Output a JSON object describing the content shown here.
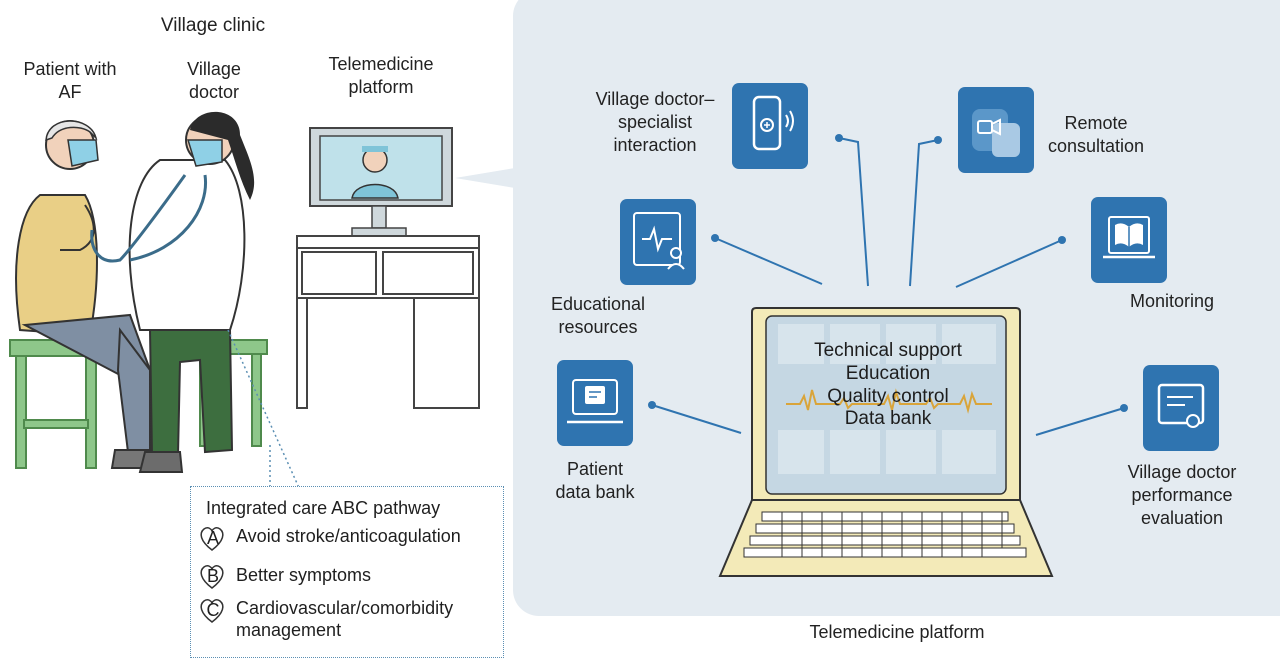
{
  "left": {
    "title": "Village clinic",
    "patient_label": "Patient with\nAF",
    "doctor_label": "Village\ndoctor",
    "platform_label": "Telemedicine\nplatform"
  },
  "abc": {
    "title": "Integrated care ABC pathway",
    "items": [
      {
        "letter": "A",
        "text": "Avoid stroke/anticoagulation"
      },
      {
        "letter": "B",
        "text": "Better symptoms"
      },
      {
        "letter": "C",
        "text": "Cardiovascular/comorbidity\nmanagement"
      }
    ]
  },
  "right": {
    "caption": "Telemedicine platform",
    "screen_lines": [
      "Technical support",
      "Education",
      "Quality control",
      "Data bank"
    ],
    "nodes": {
      "interaction": "Village doctor–\nspecialist\ninteraction",
      "remote": "Remote\nconsultation",
      "education": "Educational\nresources",
      "monitoring": "Monitoring",
      "databank": "Patient\ndata bank",
      "evaluation": "Village doctor\nperformance\nevaluation"
    }
  },
  "colors": {
    "tile_blue": "#2f74b0",
    "panel_bg": "#e4ebf1",
    "laptop_frame": "#f3eab8",
    "ecg": "#d9a43a"
  }
}
